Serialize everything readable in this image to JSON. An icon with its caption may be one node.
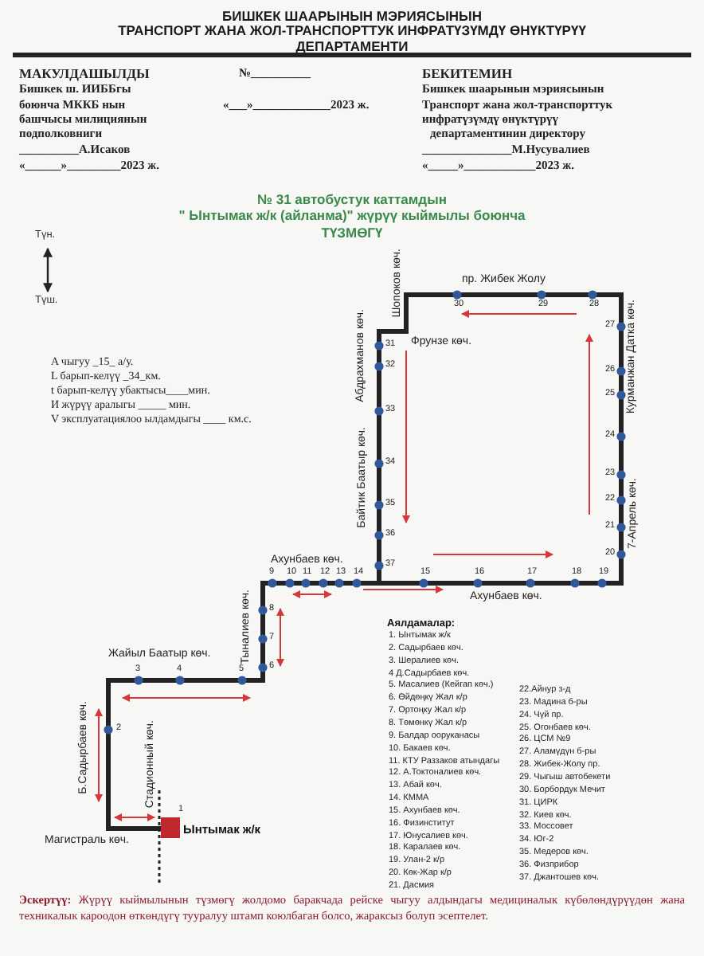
{
  "diagram": {
    "labels": [
      "БИШКЕК ШААРЫНЫН МЭРИЯСЫНЫН",
      "ТРАНСПОРТ ЖАНА ЖОЛ-ТРАНСПОРТТУК ИНФРАТҮЗҮМДҮ ӨНҮКТҮРҮҮ",
      "ДЕПАРТАМЕНТИ",
      "МАКУЛДАШЫЛДЫ",
      "Бишкек ш. ИИББгы",
      "боюнча МККБ нын",
      "башчысы милициянын",
      "подполковниги",
      "__________А.Исаков",
      "«______»_________2023 ж.",
      "№__________",
      "«___»_____________2023 ж.",
      "БЕКИТЕМИН",
      "Бишкек шаарынын мэриясынын",
      "Транспорт жана жол-транспорттук",
      "инфратүзүмдү өнүктүрүү",
      "департаментинин директору",
      "_______________М.Нусувалиев",
      "«_____»____________2023 ж.",
      "№ 31 автобустук каттамдын",
      "\" Ынтымак ж/к (айланма)\" жүрүү кыймылы боюнча",
      "Түн.",
      "ТҮЗМӨГҮ",
      "Түш.",
      "A чыгуу _15_ а/у.",
      "L барып-келүү _34_км.",
      "t барып-келүү убактысы____мин.",
      "И жүрүү аралыгы _____ мин.",
      "V эксплуатациялоо ылдамдыгы ____ км.с.",
      "Шопоков көч.",
      "пр. Жибек Жолу",
      "Абдрахманов көч.",
      "Фрунзе көч.",
      "Курманжан Датка көч.",
      "Байтик Баатыр көч.",
      "7-Апрель көч.",
      "Ахунбаев көч.",
      "Ахунбаев көч.",
      "Тыналиев көч.",
      "Жайыл Баатыр көч.",
      "Б.Садырбаев көч.",
      "Стадионный көч.",
      "Магистраль көч.",
      "Ынтымак ж/к",
      "1",
      "2",
      "3",
      "4",
      "5",
      "6",
      "7",
      "8",
      "9",
      "10",
      "11",
      "12",
      "13",
      "14",
      "15",
      "16",
      "17",
      "18",
      "19",
      "20",
      "21",
      "22",
      "23",
      "24",
      "25",
      "26",
      "27",
      "30",
      "29",
      "28",
      "31",
      "32",
      "33",
      "34",
      "35",
      "36",
      "37",
      "Аялдамалар:",
      "1. Ынтымак ж/к",
      "2. Садырбаев көч.",
      "3. Шералиев көч.",
      "4 Д.Садырбаев көч.",
      "5. Масалиев (Кейгап көч.)",
      "6. Өйдөңкү Жал к/р",
      "7. Ортоңку Жал к/р",
      "8. Төмөнкү Жал к/р",
      "9. Балдар ооруканасы",
      "10. Бакаев көч.",
      "11. КТУ Раззаков атындагы",
      "12. А.Токтоналиев көч.",
      "13. Абай көч.",
      "14. КММА",
      "15. Ахунбаев көч.",
      "16. Физинститут",
      "17. Юнусалиев көч.",
      "18. Каралаев көч.",
      "19. Улан-2 к/р",
      "20. Көк-Жар к/р",
      "21. Дасмия",
      "22.Айнур з-д",
      "23. Мадина б-ры",
      "24. Чүй пр.",
      "25. Огонбаев көч.",
      "26. ЦСМ №9",
      "27. Аламүдүн б-ры",
      "28. Жибек-Жолу пр.",
      "29. Чыгыш автобекети",
      "30. Борбордук Мечит",
      "31. ЦИРК",
      "32. Киев көч.",
      "33. Моссовет",
      "34. Юг-2",
      "35. Медеров көч.",
      "36. Физприбор",
      "37. Джантошев көч.",
      "**Эскертүү:** Жүрүү кыймылынын түзмөгү жолдомо баракчада рейске чыгуу алдындагы медициналык күбөлөндүрүүдөн жана техникалык кароодон өткөндүгү тууралуу штамп коюлбаган болсо, жараксыз болуп эсептелет."
    ]
  }
}
